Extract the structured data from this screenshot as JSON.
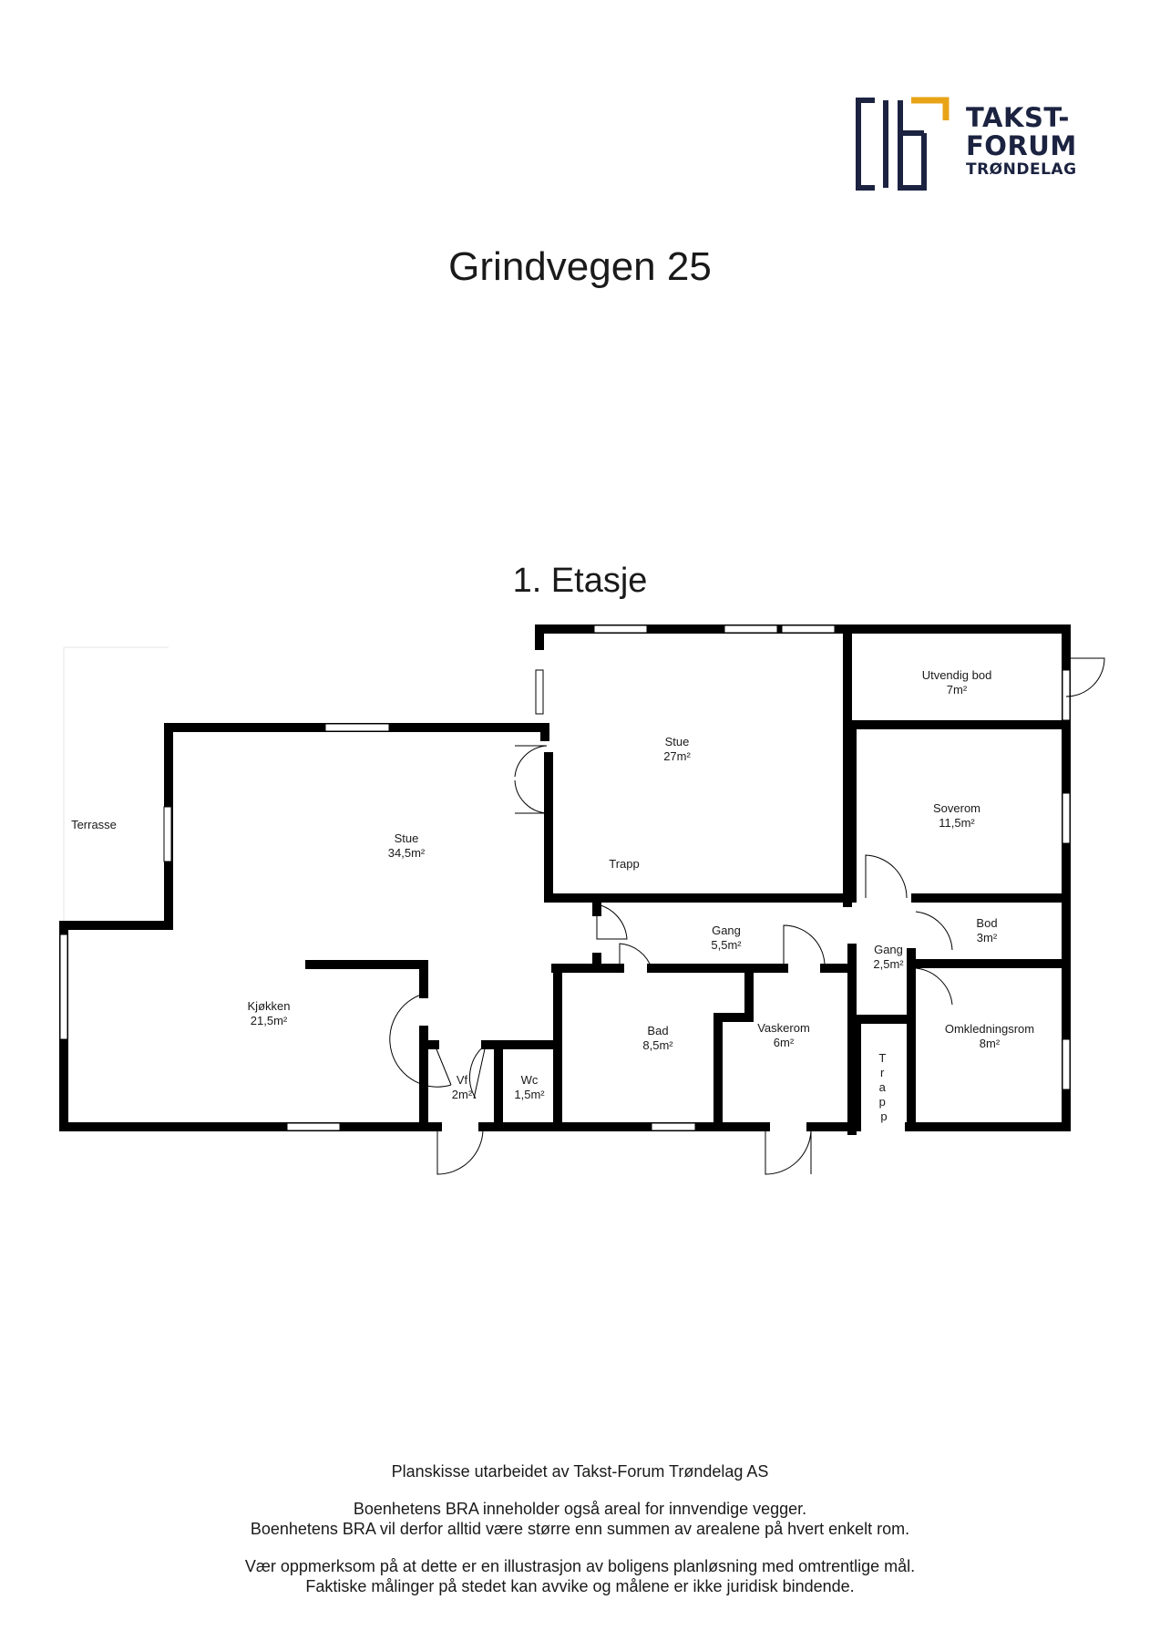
{
  "logo": {
    "line1": "TAKST-",
    "line2": "FORUM",
    "line3": "TRØNDELAG",
    "colors": {
      "navy": "#1b2340",
      "gold": "#e8a317"
    }
  },
  "title": "Grindvegen 25",
  "floor_title": "1. Etasje",
  "rooms": [
    {
      "name": "Utvendig bod",
      "area": "7m²"
    },
    {
      "name": "Stue",
      "area": "27m²"
    },
    {
      "name": "Soverom",
      "area": "11,5m²"
    },
    {
      "name": "Terrasse",
      "area": ""
    },
    {
      "name": "Stue",
      "area": "34,5m²"
    },
    {
      "name": "Trapp",
      "area": ""
    },
    {
      "name": "Gang",
      "area": "5,5m²"
    },
    {
      "name": "Bod",
      "area": "3m²"
    },
    {
      "name": "Gang",
      "area": "2,5m²"
    },
    {
      "name": "Kjøkken",
      "area": "21,5m²"
    },
    {
      "name": "Bad",
      "area": "8,5m²"
    },
    {
      "name": "Vaskerom",
      "area": "6m²"
    },
    {
      "name": "Omkledningsrom",
      "area": "8m²"
    },
    {
      "name": "Vf",
      "area": "2m²"
    },
    {
      "name": "Wc",
      "area": "1,5m²"
    }
  ],
  "stair_letters": [
    "T",
    "r",
    "a",
    "p",
    "p"
  ],
  "footer": {
    "line1": "Planskisse utarbeidet av Takst-Forum Trøndelag AS",
    "line2": "Boenhetens BRA inneholder også areal for innvendige vegger.",
    "line3": "Boenhetens BRA vil derfor alltid være større enn summen av arealene på hvert enkelt rom.",
    "line4": "Vær oppmerksom på at dette er en illustrasjon av boligens planløsning med omtrentlige mål.",
    "line5": "Faktiske målinger på stedet kan avvike og målene er ikke juridisk bindende."
  }
}
